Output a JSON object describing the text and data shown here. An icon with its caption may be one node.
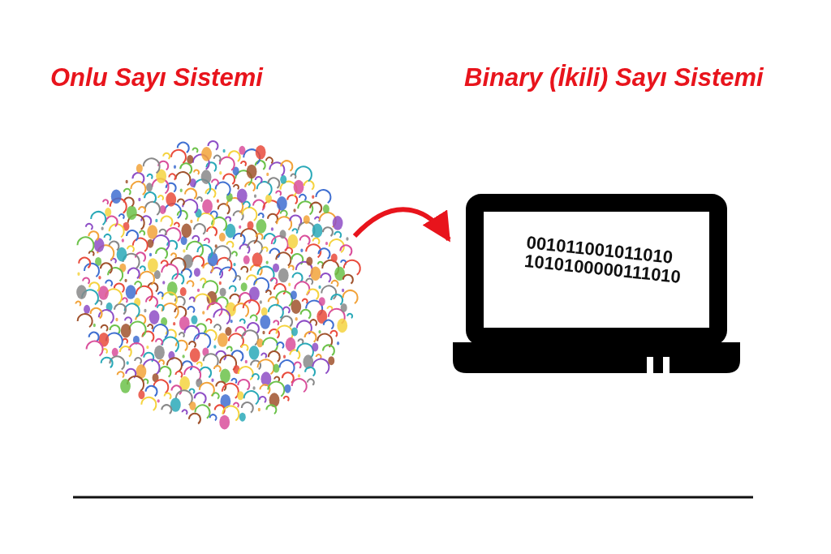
{
  "diagram": {
    "nodes": [
      {
        "text": [],
        "shape": "picture"
      },
      {
        "text": [
          "001011001011010 1010100000111010"
        ]
      }
    ],
    "edges": [
      {
        "from": 0,
        "to": 1,
        "arrow": "to",
        "color": "#e8141c"
      }
    ],
    "labels": [
      "Onlu Sayı Sistemi",
      "Binary (İkili) Sayı Sistemi"
    ]
  }
}
